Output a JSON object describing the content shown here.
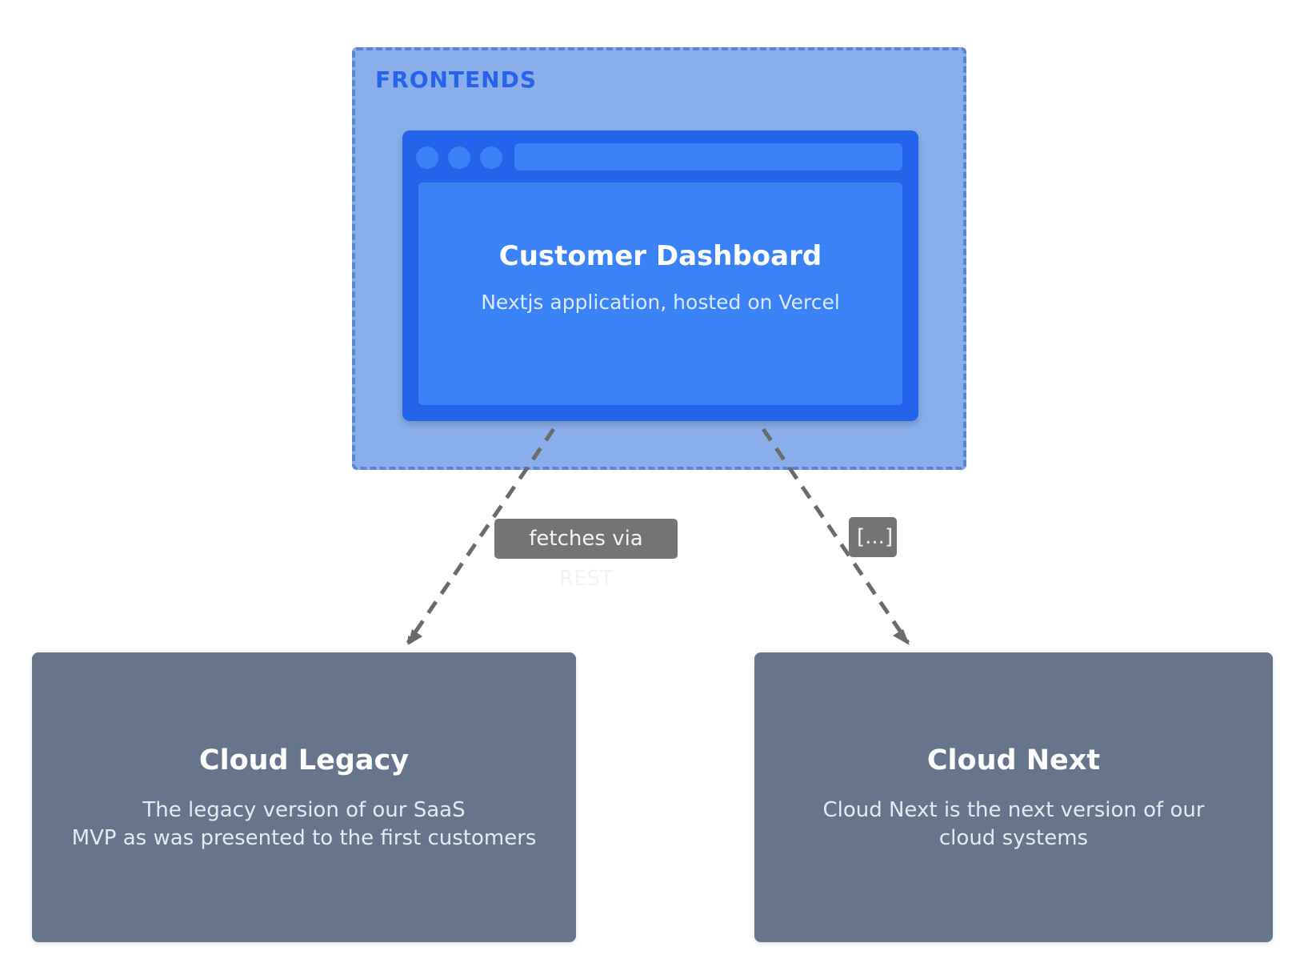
{
  "colors": {
    "group_fill": "#8aaeea",
    "group_border": "#5b83d6",
    "group_label": "#2563eb",
    "browser_frame": "#2563eb",
    "browser_content": "#3b82f6",
    "system_fill": "#66758c",
    "edge": "#6b6b6b",
    "edge_label_fill": "#747474"
  },
  "group": {
    "label": "FRONTENDS"
  },
  "frontend": {
    "title": "Customer Dashboard",
    "description": "Nextjs application, hosted on Vercel",
    "icon": "browser-window-icon"
  },
  "systems": {
    "legacy": {
      "title": "Cloud Legacy",
      "description": "The legacy version of our SaaS\nMVP as was presented to the first customers"
    },
    "next": {
      "title": "Cloud Next",
      "description": "Cloud Next is the next version of our\ncloud systems"
    }
  },
  "edges": [
    {
      "from": "Customer Dashboard",
      "to": "Cloud Legacy",
      "label": "fetches via REST",
      "style": "dashed"
    },
    {
      "from": "Customer Dashboard",
      "to": "Cloud Next",
      "label": "[...]",
      "style": "dashed"
    }
  ]
}
